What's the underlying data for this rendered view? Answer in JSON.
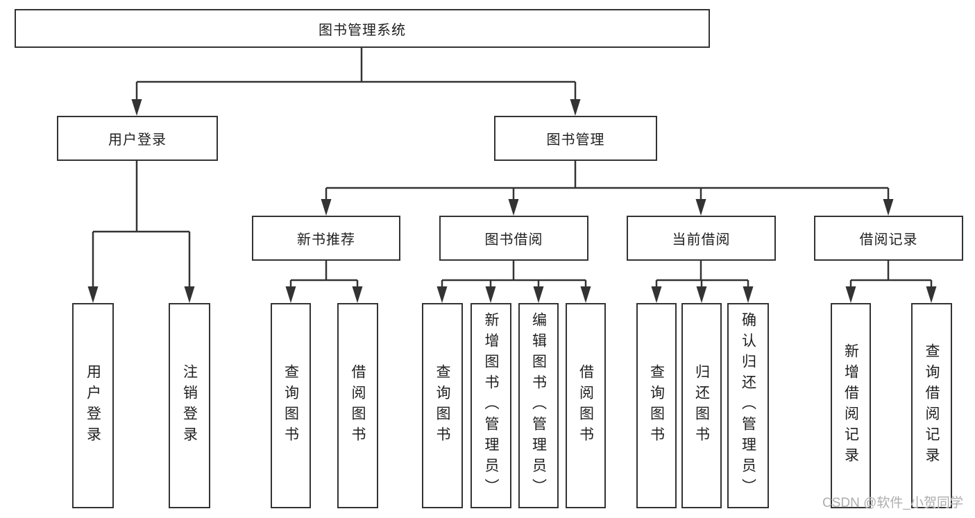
{
  "diagram": {
    "root": {
      "label": "图书管理系统"
    },
    "branches": [
      {
        "label": "用户登录",
        "children": [
          {
            "label": "用户登录"
          },
          {
            "label": "注销登录"
          }
        ]
      },
      {
        "label": "图书管理",
        "children": [
          {
            "label": "新书推荐",
            "children": [
              {
                "label": "查询图书"
              },
              {
                "label": "借阅图书"
              }
            ]
          },
          {
            "label": "图书借阅",
            "children": [
              {
                "label": "查询图书"
              },
              {
                "label": "新增图书（管理员）"
              },
              {
                "label": "编辑图书（管理员）"
              },
              {
                "label": "借阅图书"
              }
            ]
          },
          {
            "label": "当前借阅",
            "children": [
              {
                "label": "查询图书"
              },
              {
                "label": "归还图书"
              },
              {
                "label": "确认归还（管理员）"
              }
            ]
          },
          {
            "label": "借阅记录",
            "children": [
              {
                "label": "新增借阅记录"
              },
              {
                "label": "查询借阅记录"
              }
            ]
          }
        ]
      }
    ]
  },
  "watermark": "CSDN @软件_小贺同学",
  "colors": {
    "line": "#333333",
    "box_border": "#333333",
    "text": "#1f1f1f",
    "watermark": "#aeaeae",
    "background": "#ffffff"
  }
}
